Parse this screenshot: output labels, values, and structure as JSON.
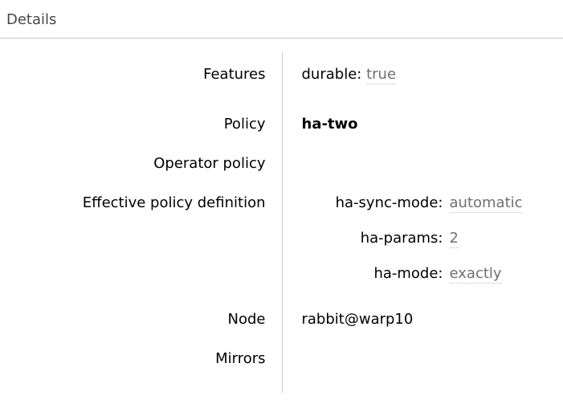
{
  "section": {
    "title": "Details"
  },
  "details": {
    "rows": [
      {
        "label": "Features",
        "pairs": [
          {
            "key": "durable:",
            "value": "true"
          }
        ]
      },
      {
        "label": "Policy",
        "value": "ha-two"
      },
      {
        "label": "Operator policy",
        "value": ""
      },
      {
        "label": "Effective policy definition",
        "pairs": [
          {
            "key": "ha-sync-mode:",
            "value": "automatic"
          },
          {
            "key": "ha-params:",
            "value": "2"
          },
          {
            "key": "ha-mode:",
            "value": "exactly"
          }
        ]
      },
      {
        "label": "Node",
        "value": "rabbit@warp10"
      },
      {
        "label": "Mirrors",
        "value": ""
      }
    ]
  },
  "colors": {
    "divider": "#cccccc",
    "heading_text": "#484848",
    "label_text": "#000000",
    "muted_value_text": "#707070",
    "bold_value_text": "#3f3f3f",
    "dotted_underline": "#bcbcbc"
  }
}
